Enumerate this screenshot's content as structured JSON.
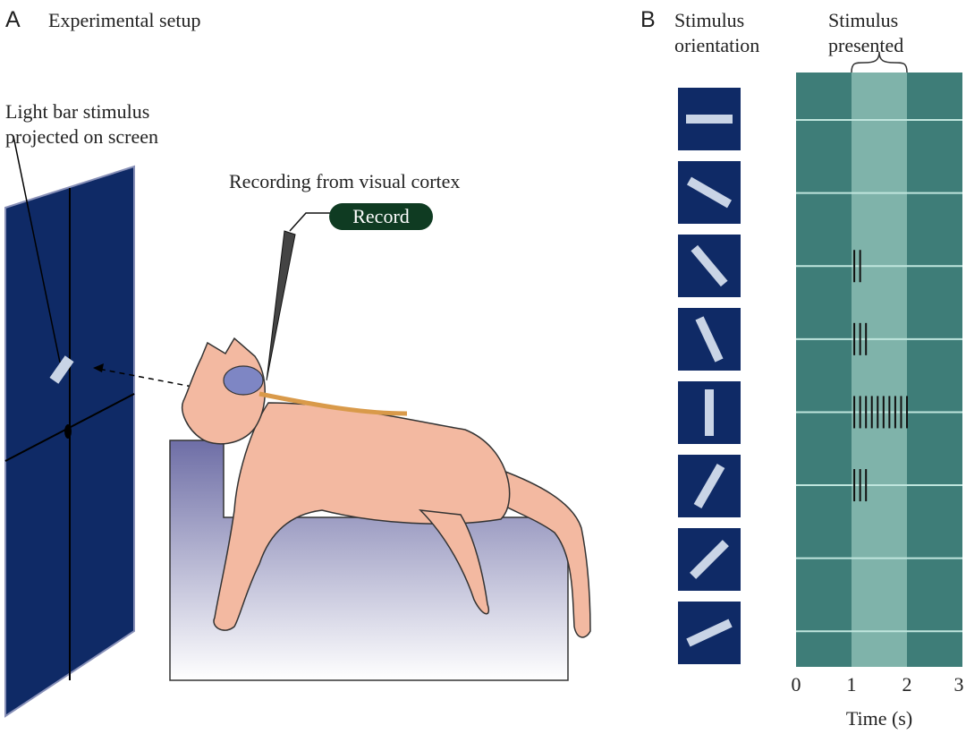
{
  "panel_a": {
    "letter": "A",
    "title": "Experimental setup",
    "stimulus_label_line1": "Light bar stimulus",
    "stimulus_label_line2": "projected on screen",
    "recording_label": "Recording from visual cortex",
    "record_button": "Record"
  },
  "panel_b": {
    "letter": "B",
    "orientation_header_line1": "Stimulus",
    "orientation_header_line2": "orientation",
    "presented_header_line1": "Stimulus",
    "presented_header_line2": "presented"
  },
  "colors": {
    "screen": "#0f2a66",
    "raster_bg": "#3e7d78",
    "stimulus_band": "#7fb3aa",
    "cat": "#f3b9a1",
    "brain": "#7e86c4",
    "record": "#0f3b22"
  },
  "chart_data": {
    "type": "raster",
    "xlabel": "Time (s)",
    "xlim": [
      0,
      3
    ],
    "x_ticks": [
      "0",
      "1",
      "2",
      "3"
    ],
    "stimulus_window": [
      1,
      2
    ],
    "orientations_deg": [
      0,
      150,
      130,
      115,
      90,
      60,
      45,
      25
    ],
    "spike_counts": [
      0,
      0,
      2,
      3,
      10,
      3,
      0,
      0
    ]
  }
}
